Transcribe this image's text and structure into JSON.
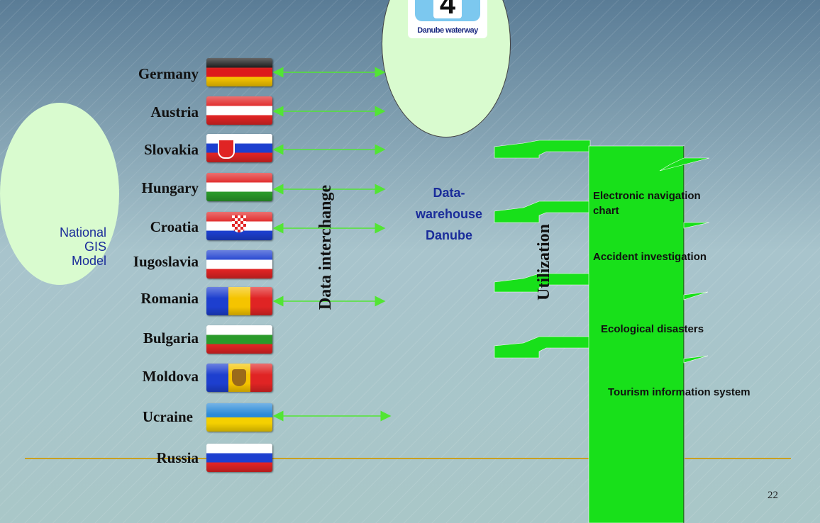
{
  "badge": {
    "number": "4",
    "caption": "Danube waterway"
  },
  "national": {
    "line1": "National",
    "line2": "GIS",
    "line3": "Model"
  },
  "countries": [
    {
      "name": "Germany"
    },
    {
      "name": "Austria"
    },
    {
      "name": "Slovakia"
    },
    {
      "name": "Hungary"
    },
    {
      "name": "Croatia"
    },
    {
      "name": "Iugoslavia"
    },
    {
      "name": "Romania"
    },
    {
      "name": "Bulgaria"
    },
    {
      "name": "Moldova"
    },
    {
      "name": "Ucraine"
    },
    {
      "name": "Russia"
    }
  ],
  "interchange_label": "Data interchange",
  "warehouse": {
    "line1": "Data-",
    "line2": "warehouse",
    "line3": "Danube"
  },
  "utilization_label": "Utilization",
  "utilization_items": [
    {
      "line1": "Electronic navigation",
      "line2": "chart"
    },
    {
      "line1": "Accident investigation"
    },
    {
      "line1": "Ecological disasters"
    },
    {
      "line1": "Tourism information system"
    }
  ],
  "page_number": "22",
  "colors": {
    "bg_top": "#5a7c96",
    "bg_bottom": "#a9c7c8",
    "ellipse": "#d9fbcf",
    "arrow": "#52e534",
    "bar": "#18e01a",
    "rule": "#c8a020",
    "text_blue": "#1a2c9a",
    "badge_blue": "#7cc8ef"
  }
}
